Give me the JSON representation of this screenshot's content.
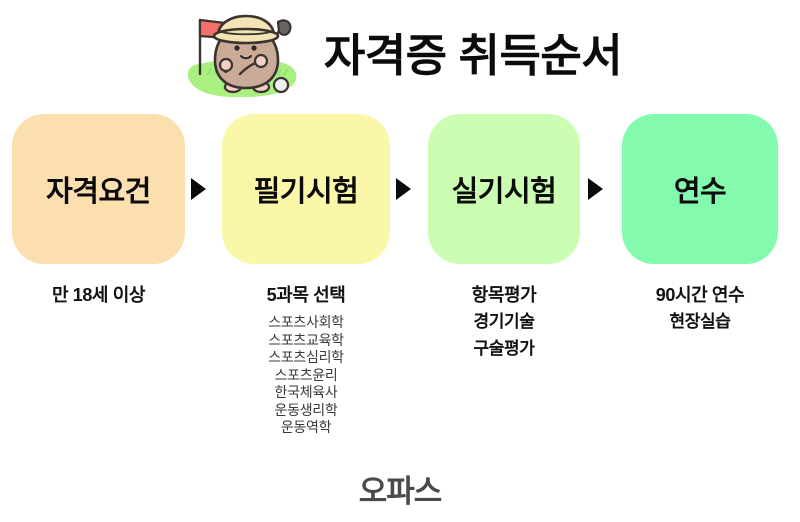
{
  "header": {
    "title": "자격증 취득순서",
    "mascot_icon": "golfer-potato-mascot-icon",
    "mascot_parts": {
      "flag_icon": "red-golf-flag-icon",
      "hat_icon": "straw-sun-hat-icon",
      "club_icon": "golf-club-icon",
      "ball_icon": "golf-ball-icon",
      "grass_icon": "green-grass-blob-icon"
    }
  },
  "flow": {
    "arrow_icon": "right-triangle-arrow-icon",
    "stages": [
      {
        "label": "자격요건",
        "color": "#FCDFAF"
      },
      {
        "label": "필기시험",
        "color": "#FBF7A8"
      },
      {
        "label": "실기시험",
        "color": "#CBFEB3"
      },
      {
        "label": "연수",
        "color": "#84FAAE"
      }
    ]
  },
  "details": [
    {
      "head": "만 18세 이상",
      "lines": [],
      "subjects": []
    },
    {
      "head": "5과목 선택",
      "lines": [],
      "subjects": [
        "스포츠사회학",
        "스포츠교육학",
        "스포츠심리학",
        "스포츠윤리",
        "한국체육사",
        "운동생리학",
        "운동역학"
      ]
    },
    {
      "head": "항목평가",
      "lines": [
        "경기기술",
        "구술평가"
      ],
      "subjects": []
    },
    {
      "head": "90시간 연수",
      "lines": [
        "현장실습"
      ],
      "subjects": []
    }
  ],
  "footer": {
    "brand": "오파스"
  },
  "colors": {
    "background": "#FFFFFF",
    "text": "#121212",
    "subject_text": "#3A3A3A",
    "brand_text": "#4A4A4A",
    "arrow": "#0B0B0B",
    "mascot_body": "#C9AB98",
    "mascot_outline": "#3B3330",
    "mascot_hat": "#F4E3B4",
    "grass": "#A9F081",
    "flag": "#F4706A"
  }
}
